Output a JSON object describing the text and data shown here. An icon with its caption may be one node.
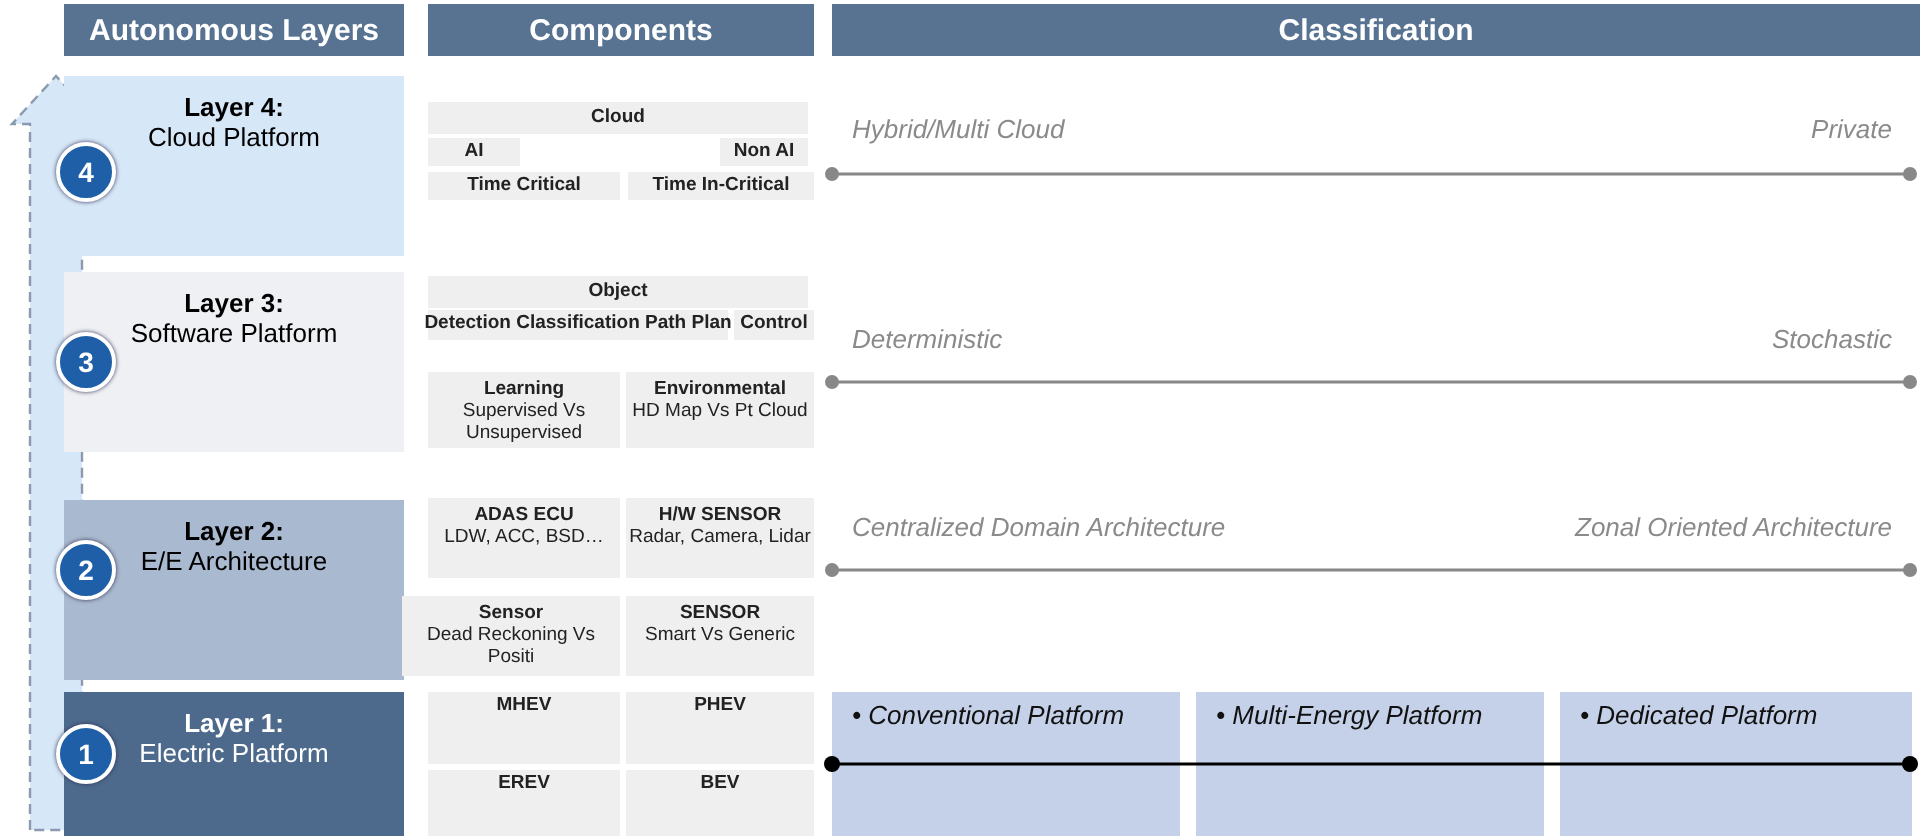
{
  "diagram": {
    "nodes": [
      {
        "text": [
          "Autonomous Layers"
        ]
      },
      {
        "text": [
          "Components"
        ]
      },
      {
        "text": [
          "Classification"
        ]
      },
      {
        "text": [
          "Layer 4:",
          "Cloud Platform"
        ]
      },
      {
        "text": [
          "4"
        ]
      },
      {
        "text": [
          "Cloud"
        ]
      },
      {
        "text": [
          "AI"
        ]
      },
      {
        "text": [
          "Non AI"
        ]
      },
      {
        "text": [
          "Time Critical"
        ]
      },
      {
        "text": [
          "Time In-Critical"
        ]
      },
      {
        "text": [
          "Layer 3:",
          "Software Platform"
        ]
      },
      {
        "text": [
          "3"
        ]
      },
      {
        "text": [
          "Object"
        ]
      },
      {
        "text": [
          "Detection Classification Path Plan"
        ]
      },
      {
        "text": [
          "Control"
        ]
      },
      {
        "text": [
          "Learning",
          "Supervised Vs Unsupervised"
        ]
      },
      {
        "text": [
          "Environmental",
          "HD Map Vs Pt Cloud"
        ]
      },
      {
        "text": [
          "Layer 2:",
          "E/E Architecture"
        ]
      },
      {
        "text": [
          "2"
        ]
      },
      {
        "text": [
          "ADAS ECU",
          "LDW, ACC, BSD…"
        ]
      },
      {
        "text": [
          "H/W SENSOR",
          "Radar, Camera, Lidar"
        ]
      },
      {
        "text": [
          "Sensor",
          "Dead Reckoning Vs Positi"
        ]
      },
      {
        "text": [
          "SENSOR",
          "Smart Vs Generic"
        ]
      },
      {
        "text": [
          "Layer 1:",
          "Electric Platform"
        ]
      },
      {
        "text": [
          "1"
        ]
      },
      {
        "text": [
          "MHEV"
        ]
      },
      {
        "text": [
          "PHEV"
        ]
      },
      {
        "text": [
          "EREV"
        ]
      },
      {
        "text": [
          "BEV"
        ]
      },
      {
        "text": [
          "• Conventional Platform"
        ]
      },
      {
        "text": [
          "• Multi-Energy Platform"
        ]
      },
      {
        "text": [
          "• Dedicated Platform"
        ]
      }
    ],
    "labels": [
      "Hybrid/Multi Cloud",
      "Private",
      "Deterministic",
      "Stochastic",
      "Centralized Domain Architecture",
      "Zonal Oriented Architecture"
    ]
  }
}
